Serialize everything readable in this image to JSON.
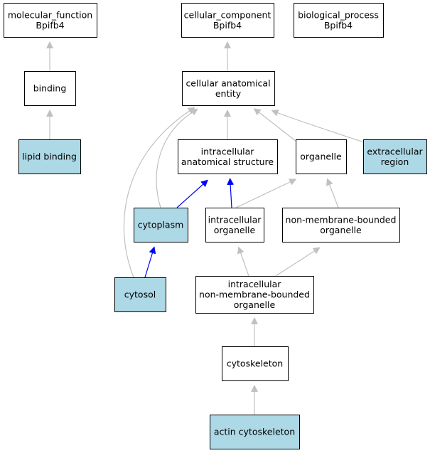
{
  "colors": {
    "highlight_fill": "#add8e6",
    "plain_fill": "#ffffff",
    "gray_edge": "#c0c0c0",
    "blue_edge": "#0000ff"
  },
  "nodes": {
    "mf_root": {
      "lines": [
        "molecular_function",
        "Bpifb4"
      ],
      "highlight": false
    },
    "cc_root": {
      "lines": [
        "cellular_component",
        "Bpifb4"
      ],
      "highlight": false
    },
    "bp_root": {
      "lines": [
        "biological_process",
        "Bpifb4"
      ],
      "highlight": false
    },
    "binding": {
      "lines": [
        "binding"
      ],
      "highlight": false
    },
    "cae": {
      "lines": [
        "cellular anatomical",
        "entity"
      ],
      "highlight": false
    },
    "lipid": {
      "lines": [
        "lipid binding"
      ],
      "highlight": true
    },
    "ias": {
      "lines": [
        "intracellular",
        "anatomical structure"
      ],
      "highlight": false
    },
    "organelle": {
      "lines": [
        "organelle"
      ],
      "highlight": false
    },
    "extra": {
      "lines": [
        "extracellular",
        "region"
      ],
      "highlight": true
    },
    "cytoplasm": {
      "lines": [
        "cytoplasm"
      ],
      "highlight": true
    },
    "io": {
      "lines": [
        "intracellular",
        "organelle"
      ],
      "highlight": false
    },
    "nmbo": {
      "lines": [
        "non-membrane-bounded",
        "organelle"
      ],
      "highlight": false
    },
    "cytosol": {
      "lines": [
        "cytosol"
      ],
      "highlight": true
    },
    "inmbo": {
      "lines": [
        "intracellular",
        "non-membrane-bounded",
        "organelle"
      ],
      "highlight": false
    },
    "cytosk": {
      "lines": [
        "cytoskeleton"
      ],
      "highlight": false
    },
    "actin": {
      "lines": [
        "actin cytoskeleton"
      ],
      "highlight": true
    }
  },
  "edges": [
    {
      "from": "binding",
      "to": "mf_root",
      "kind": "gray"
    },
    {
      "from": "lipid",
      "to": "binding",
      "kind": "gray"
    },
    {
      "from": "cae",
      "to": "cc_root",
      "kind": "gray"
    },
    {
      "from": "ias",
      "to": "cae",
      "kind": "gray"
    },
    {
      "from": "organelle",
      "to": "cae",
      "kind": "gray"
    },
    {
      "from": "extra",
      "to": "cae",
      "kind": "gray"
    },
    {
      "from": "cytoplasm",
      "to": "cae",
      "kind": "gray"
    },
    {
      "from": "cytosol",
      "to": "cae",
      "kind": "gray"
    },
    {
      "from": "cytoplasm",
      "to": "ias",
      "kind": "blue"
    },
    {
      "from": "io",
      "to": "ias",
      "kind": "blue"
    },
    {
      "from": "io",
      "to": "organelle",
      "kind": "gray"
    },
    {
      "from": "nmbo",
      "to": "organelle",
      "kind": "gray"
    },
    {
      "from": "cytosol",
      "to": "cytoplasm",
      "kind": "blue"
    },
    {
      "from": "inmbo",
      "to": "io",
      "kind": "gray"
    },
    {
      "from": "inmbo",
      "to": "nmbo",
      "kind": "gray"
    },
    {
      "from": "cytosk",
      "to": "inmbo",
      "kind": "gray"
    },
    {
      "from": "actin",
      "to": "cytosk",
      "kind": "gray"
    }
  ]
}
